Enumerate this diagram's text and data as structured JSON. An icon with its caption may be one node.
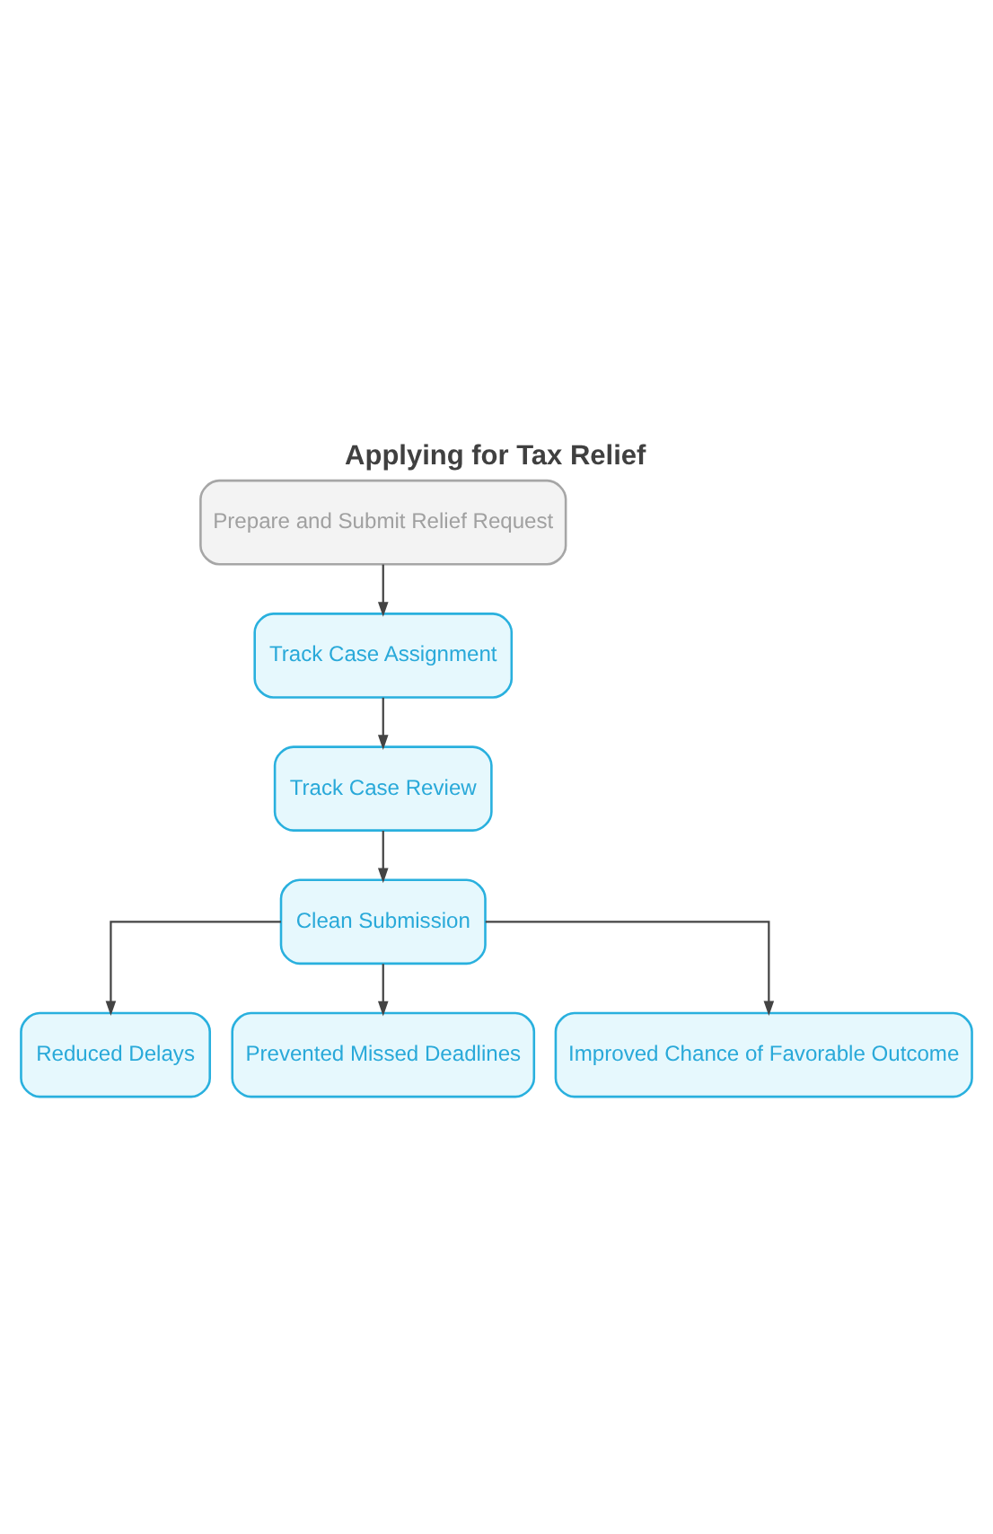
{
  "diagram": {
    "title": "Applying for Tax Relief",
    "nodes": [
      {
        "text": [
          "Prepare and Submit Relief Request"
        ]
      },
      {
        "text": [
          "Track Case Assignment"
        ]
      },
      {
        "text": [
          "Track Case Review"
        ]
      },
      {
        "text": [
          "Clean Submission"
        ]
      },
      {
        "text": [
          "Reduced Delays"
        ]
      },
      {
        "text": [
          "Prevented Missed Deadlines"
        ]
      },
      {
        "text": [
          "Improved Chance of Favorable Outcome"
        ]
      }
    ],
    "edges": [
      {
        "from": 0,
        "to": 1,
        "arrow": "to"
      },
      {
        "from": 1,
        "to": 2,
        "arrow": "to"
      },
      {
        "from": 2,
        "to": 3,
        "arrow": "to"
      },
      {
        "from": 3,
        "to": 4,
        "arrow": "to"
      },
      {
        "from": 3,
        "to": 5,
        "arrow": "to"
      },
      {
        "from": 3,
        "to": 6,
        "arrow": "to"
      }
    ]
  }
}
